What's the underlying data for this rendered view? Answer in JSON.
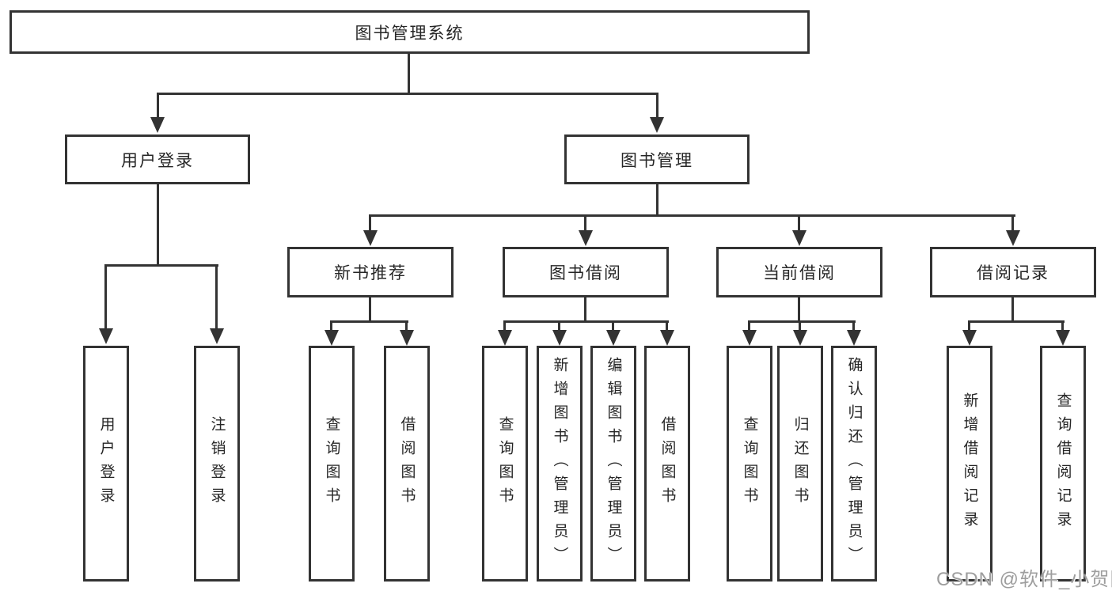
{
  "diagram": {
    "root": {
      "label": "图书管理系统"
    },
    "branches": {
      "user_login": {
        "label": "用户登录"
      },
      "book_management": {
        "label": "图书管理"
      }
    },
    "modules": {
      "new_book_recommend": {
        "label": "新书推荐"
      },
      "book_borrow": {
        "label": "图书借阅"
      },
      "current_borrow": {
        "label": "当前借阅"
      },
      "borrow_records": {
        "label": "借阅记录"
      }
    },
    "leaves": {
      "user_login": "用户登录",
      "logout": "注销登录",
      "query_books_1": "查询图书",
      "borrow_books_1": "借阅图书",
      "query_books_2": "查询图书",
      "add_books_admin": "新增图书（管理员）",
      "edit_books_admin": "编辑图书（管理员）",
      "borrow_books_2": "借阅图书",
      "query_books_3": "查询图书",
      "return_books": "归还图书",
      "confirm_return_admin": "确认归还（管理员）",
      "add_borrow_record": "新增借阅记录",
      "query_borrow_record": "查询借阅记录"
    }
  },
  "watermark": {
    "text": "CSDN @软件_小贺同学"
  },
  "colors": {
    "line": "#333333",
    "text": "#262626",
    "watermark": "#9e9e9e",
    "background": "#ffffff"
  }
}
